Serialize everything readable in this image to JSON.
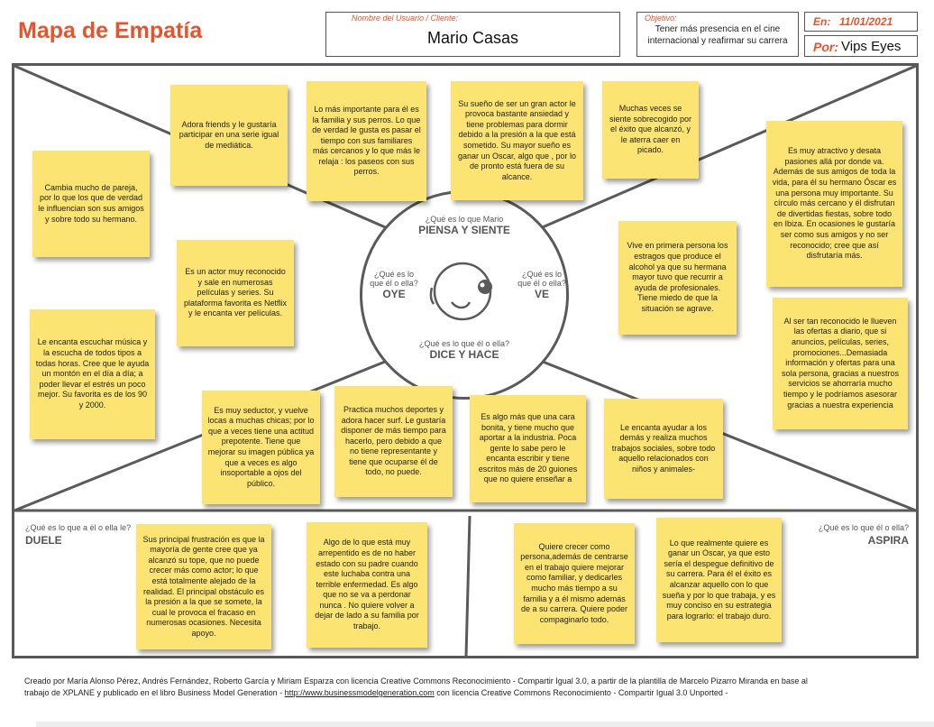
{
  "title": "Mapa de Empatía",
  "header": {
    "user_label": "Nombre del Usuario / Cliente:",
    "user_value": "Mario Casas",
    "objective_label": "Objetivo:",
    "objective_value": "Tener más presencia en el cine internacional y reafirmar su carrera",
    "date_label": "En:",
    "date_value": "11/01/2021",
    "by_label": "Por:",
    "by_value": "Vips Eyes"
  },
  "center": {
    "piensa_q": "¿Qué es lo que Mario",
    "piensa_t": "PIENSA Y SIENTE",
    "oye_q1": "¿Qué es lo",
    "oye_q2": "que él o ella?",
    "oye_t": "OYE",
    "ve_q1": "¿Qué es lo",
    "ve_q2": "que él o ella?",
    "ve_t": "VE",
    "dice_q": "¿Qué es lo que él o ella?",
    "dice_t": "DICE Y HACE"
  },
  "sections": {
    "duele_q": "¿Qué es lo que a él o ella le?",
    "duele_t": "DUELE",
    "aspira_q": "¿Qué es lo que él o ella?",
    "aspira_t": "ASPIRA"
  },
  "notes": {
    "n1": "Adora friends y le gustaría participar en una serie igual de mediática.",
    "n2": "Lo más importante para él es la familia y sus perros. Lo que de verdad le gusta es pasar el tiempo con sus familiares más cercanos y lo que más le relaja : los paseos con sus perros.",
    "n3": "Su sueño de ser un gran actor le provoca bastante ansiedad y tiene problemas para dormir debido a la presión a la que está sometido. Su mayor sueño es ganar un Oscar, algo que , por lo de pronto está fuera de su alcance.",
    "n4": "Muchas veces se siente sobrecogido por el éxito que alcanzó, y le aterra caer en picado.",
    "n5": "Cambia mucho de pareja, por lo que los que de verdad le influencian son sus amigos y sobre todo su hermano.",
    "n6": "Es muy atractivo y desata pasiones allá por donde va. Además de sus amigos de toda la vida, para él su hermano Óscar es una persona muy importante. Su círculo más cercano y él disfrutan de divertidas fiestas, sobre todo en Ibiza. En ocasiones le gustaría ser como sus amigos y no ser reconocido; cree que así disfrutaría más.",
    "n7": "Es un actor muy reconocido y sale en numerosas películas y series. Su plataforma favorita es Netflix y le encanta ver películas.",
    "n8": "Vive en primera persona los estragos que produce el alcohol ya que su hermana mayor tuvo que recurrir a ayuda de profesionales. Tiene miedo de que la situación se agrave.",
    "n9": "Le encanta escuchar música y la escucha de todos tipos a todas horas. Cree que le ayuda un montón en el día a día; a poder llevar el estrés un poco mejor. Su favorita es de los 90 y 2000.",
    "n10": "Al ser tan reconocido le llueven las ofertas a diario, que si anuncios, películas, series, promociones...Demasiada información y ofertas para una sola persona, gracias a nuestros servicios se ahorraría mucho tiempo y le podríamos asesorar gracias a nuestra experiencia",
    "n11": "Es muy seductor, y vuelve locas a muchas chicas; por lo que a veces tiene una actitud prepotente. Tiene que mejorar su imagen pública ya que a veces es algo insoportable a ojos del público.",
    "n12": "Practica muchos deportes y adora hacer surf. Le gustaría disponer de más tiempo para hacerlo, pero debido a que no tiene representante y tiene que ocuparse él de todo, no puede.",
    "n13": "Es algo más que una cara bonita, y tiene mucho que aportar a la industria. Poca gente lo sabe pero le encanta escribir y tiene escritos más de 20 guiones que no quiere enseñar a",
    "n14": "Le encanta ayudar a los demás y realiza muchos trabajos sociales, sobre todo aquello relacionados con niños y animales-",
    "n15": "Sus principal frustración es que la mayoría de gente cree que ya alcanzó su tope, que no puede crecer más como actor; lo que está totalmente alejado de la realidad. El principal obstáculo es la presión a la que se somete, la cual le provoca el fracaso en numerosas ocasiones. Necesita apoyo.",
    "n16": "Algo de lo que está muy arrepentido es de no haber estado con su padre cuando este luchaba contra una terrible enfermedad. Es algo que no se va a perdonar nunca . No quiere volver a dejar de lado a su familia por trabajo.",
    "n17": "Quiere crecer como persona,además de centrarse en el trabajo quiere mejorar como familiar, y dedicarles mucho más tiempo a su familia y a él mismo además de a su carrera. Quiere poder compaginarlo todo.",
    "n18": "Lo que realmente quiere es ganar un Oscar, ya que esto sería el despegue definitivo de su carrera. Para él el éxito es alcanzar aquello con lo que sueña y por lo que trabaja, y es muy conciso en su estrategia para lograrlo: el trabajo duro."
  },
  "footer": {
    "line1": "Creado por María Alonso Pérez, Andrés Fernández, Roberto García y Miriam Esparza con licencia Creative Commons Reconocimiento - Compartir Igual 3.0, a partir de la plantilla de Marcelo Pizarro Miranda en base al",
    "line2a": "trabajo de XPLANE y publicado en el libro Business Model Generation - ",
    "link": "http://www.businessmodelgeneration.com",
    "line2b": " con licencia Creative Commons Reconocimiento - Compartir Igual 3.0 Unported -"
  },
  "colors": {
    "accent": "#e8532a",
    "note": "#fce473",
    "line": "#5a5a5a"
  }
}
